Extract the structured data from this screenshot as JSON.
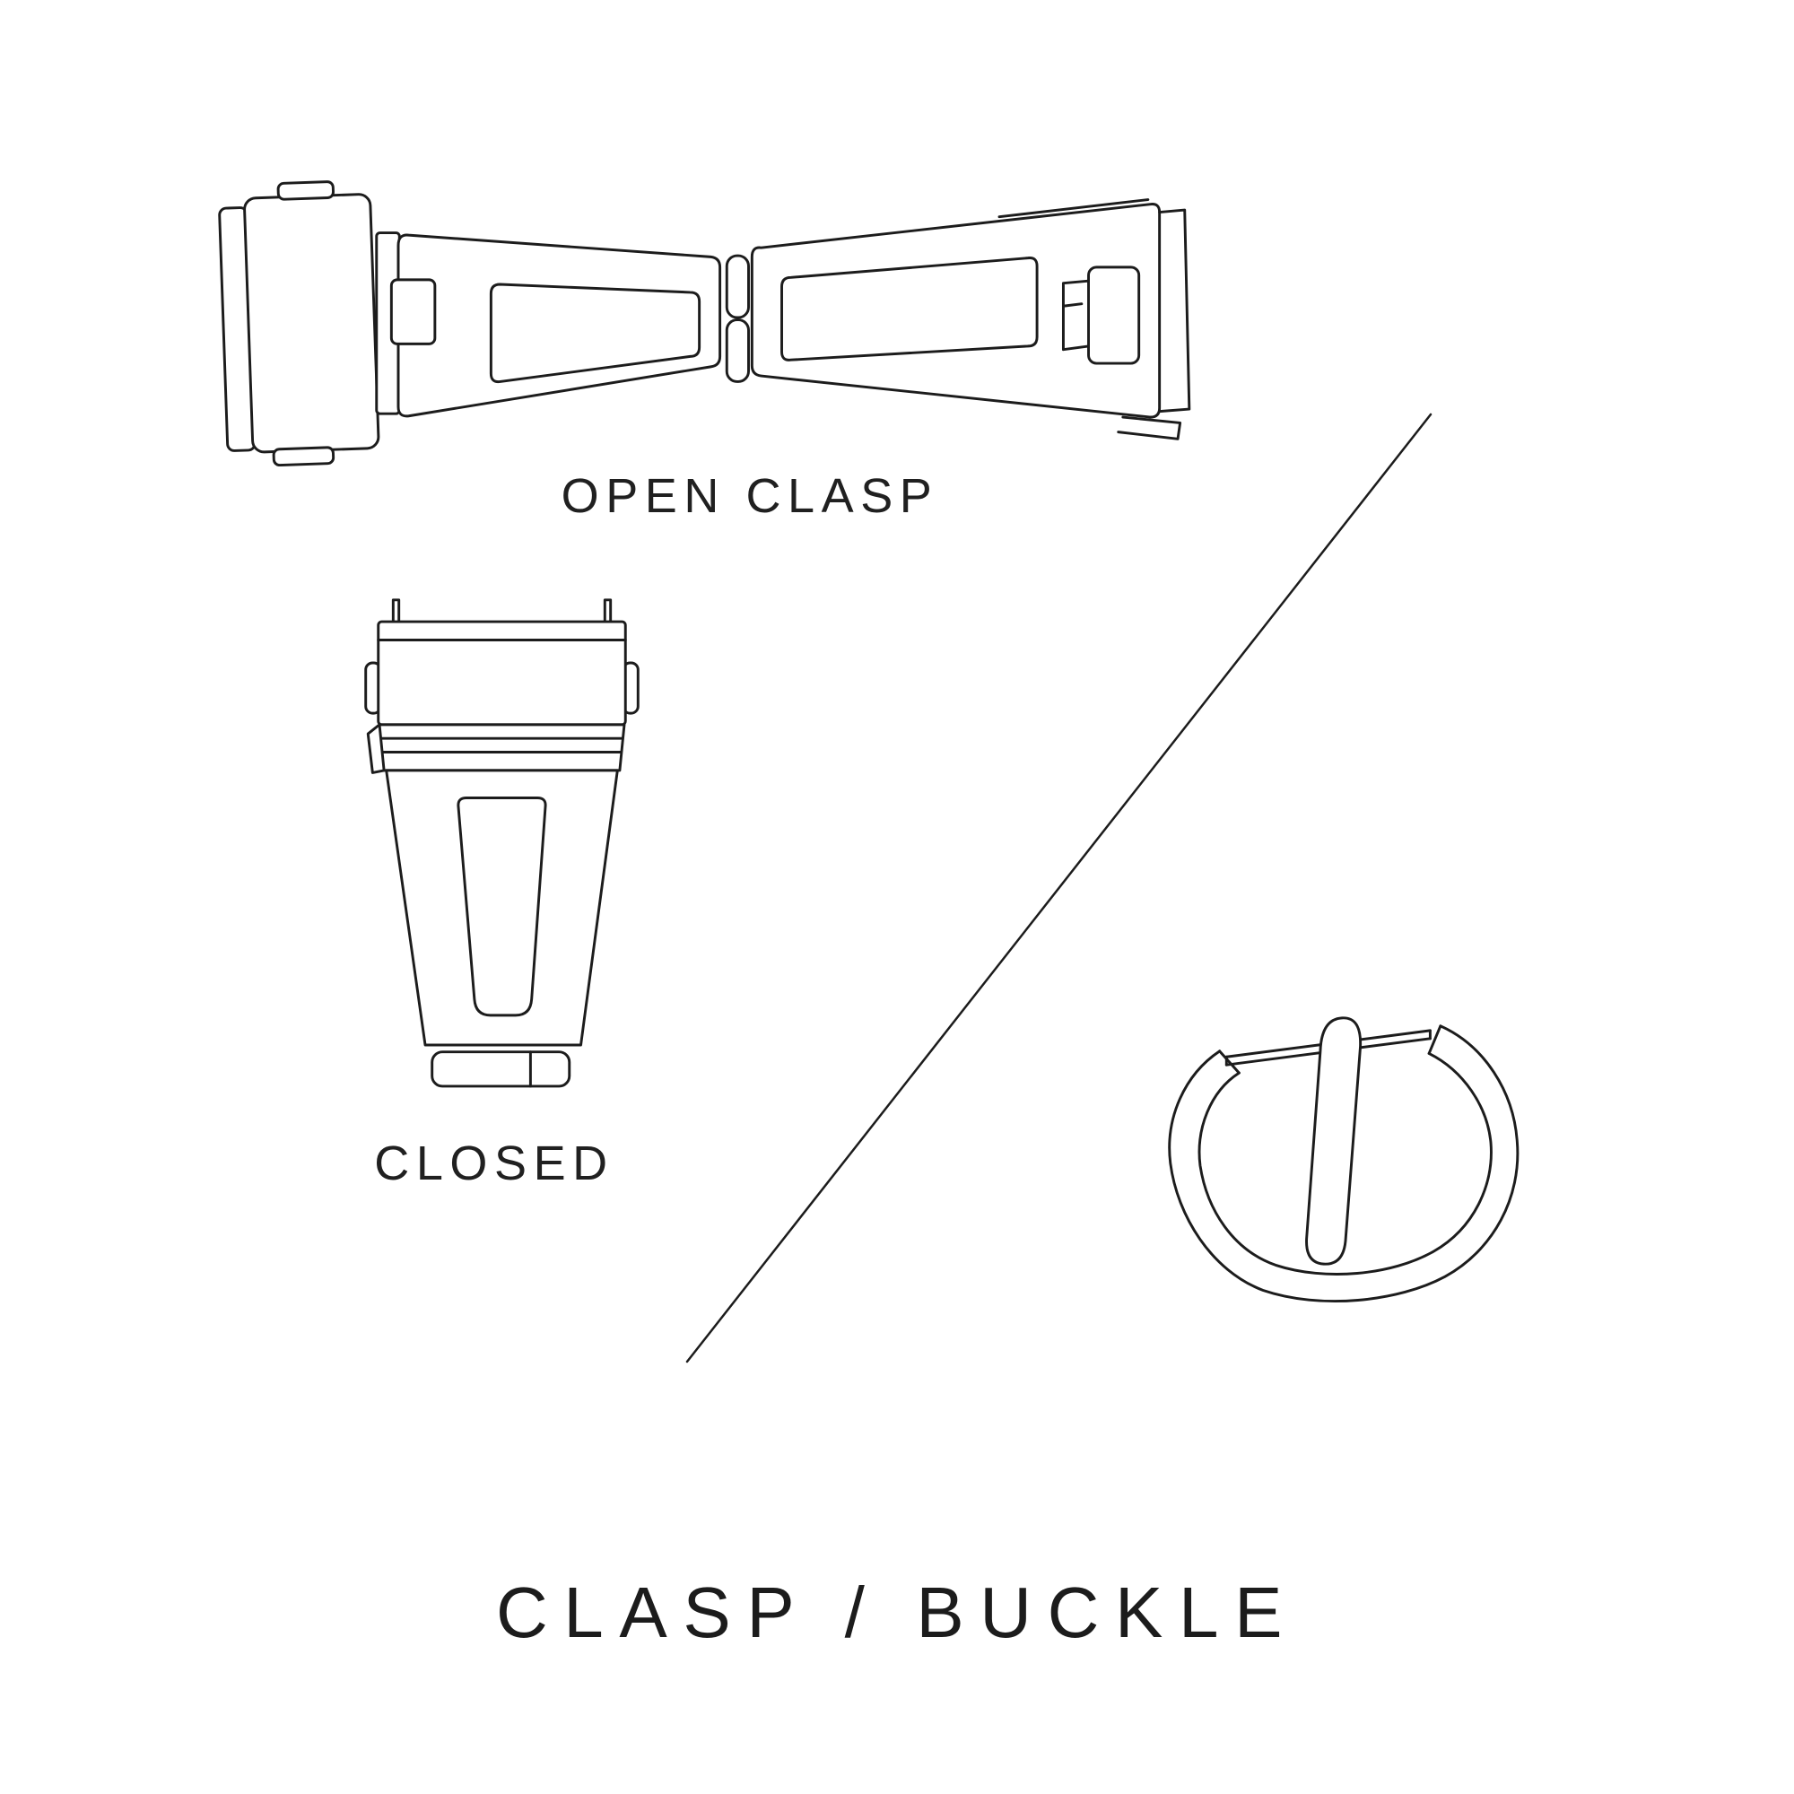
{
  "colors": {
    "background": "#ffffff",
    "line": "#1c1c1c",
    "text": "#202020"
  },
  "diagram": {
    "title": "CLASP / BUCKLE",
    "sections": {
      "open_clasp": {
        "label": "OPEN CLASP"
      },
      "closed_clasp": {
        "label": "CLOSED"
      },
      "buckle": {
        "label": ""
      }
    }
  }
}
